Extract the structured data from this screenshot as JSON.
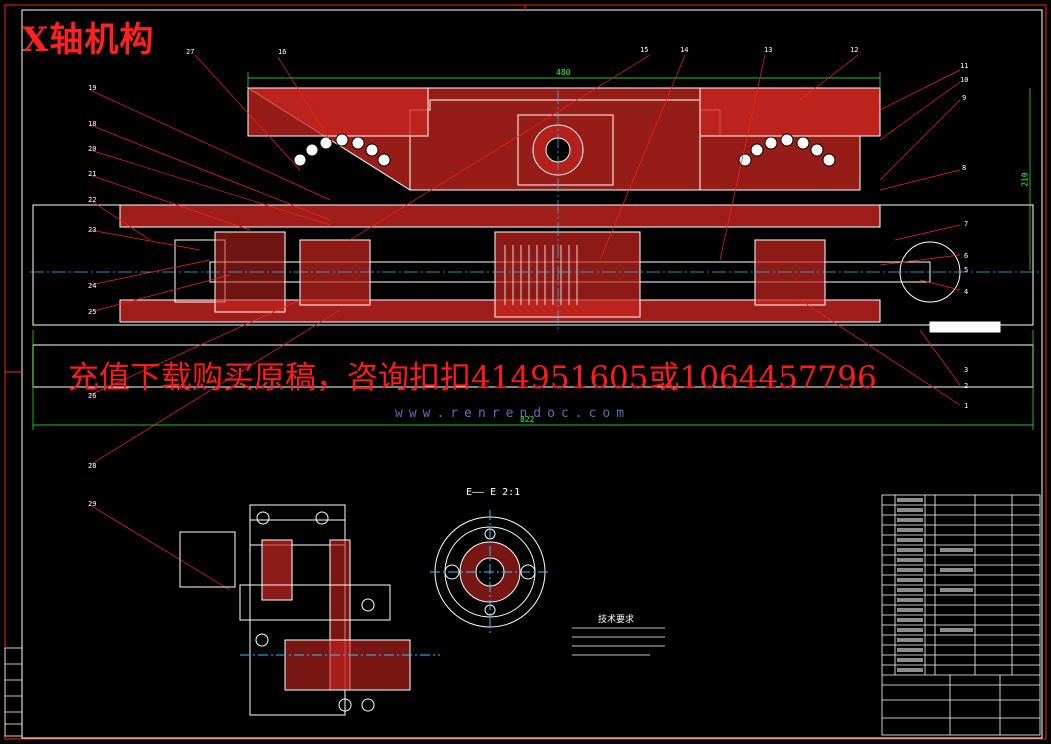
{
  "title": "X轴机构",
  "watermark": "充值下载购买原稿，咨询扣扣414951605或1064457796",
  "watermark_url": "www.renrendoc.com",
  "section_label": "E—— E 2:1",
  "tech_requirements_title": "技术要求",
  "dimensions": {
    "top_width": "480",
    "bottom_width": "822",
    "height_right": "210"
  },
  "callouts": [
    "27",
    "16",
    "15",
    "14",
    "13",
    "12",
    "11",
    "10",
    "9",
    "8",
    "7",
    "6",
    "5",
    "4",
    "3",
    "2",
    "1",
    "19",
    "18",
    "20",
    "21",
    "22",
    "23",
    "24",
    "25",
    "26",
    "28",
    "29"
  ],
  "colors": {
    "background": "#000000",
    "outline": "#ffffff",
    "section_fill": "#c8251f",
    "dimension": "#30ff30",
    "leader": "#ff2020",
    "centerline": "#30c0ff",
    "watermark": "#ff1a1a"
  }
}
